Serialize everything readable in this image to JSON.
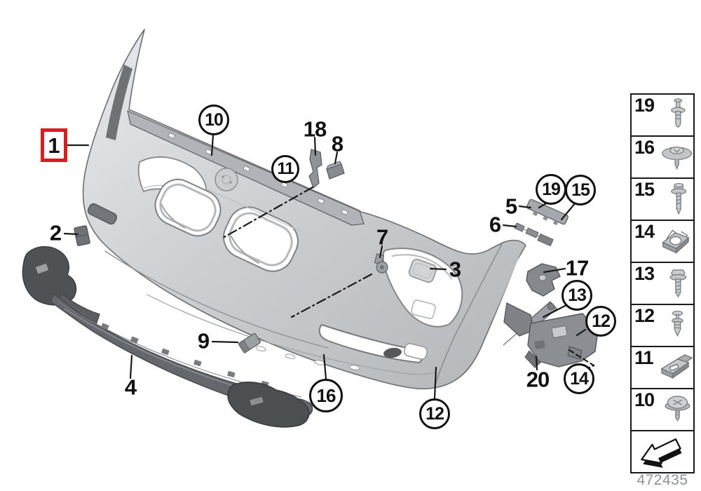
{
  "diagram_number": "472435",
  "colors": {
    "highlight_red": "#d81f1f",
    "body_light": "#e6e8ea",
    "body_mid": "#ccd0d3",
    "body_dark": "#b4b8bb",
    "outline_gray": "#6b6f73",
    "dark_part": "#4e5255"
  },
  "callouts": [
    {
      "label": "1",
      "shape": "red-box"
    },
    {
      "label": "2",
      "shape": "plain"
    },
    {
      "label": "3",
      "shape": "plain"
    },
    {
      "label": "4",
      "shape": "plain"
    },
    {
      "label": "5",
      "shape": "plain"
    },
    {
      "label": "6",
      "shape": "plain"
    },
    {
      "label": "7",
      "shape": "plain"
    },
    {
      "label": "8",
      "shape": "plain"
    },
    {
      "label": "9",
      "shape": "plain"
    },
    {
      "label": "10",
      "shape": "circle"
    },
    {
      "label": "11",
      "shape": "circle"
    },
    {
      "label": "12",
      "shape": "circle"
    },
    {
      "label": "12",
      "shape": "circle"
    },
    {
      "label": "13",
      "shape": "circle"
    },
    {
      "label": "14",
      "shape": "circle"
    },
    {
      "label": "15",
      "shape": "circle"
    },
    {
      "label": "16",
      "shape": "circle"
    },
    {
      "label": "17",
      "shape": "plain"
    },
    {
      "label": "18",
      "shape": "plain"
    },
    {
      "label": "19",
      "shape": "circle"
    },
    {
      "label": "20",
      "shape": "plain"
    }
  ],
  "legend": {
    "rows": [
      {
        "label": "19",
        "icon": "blind-rivet"
      },
      {
        "label": "16",
        "icon": "washer-screw"
      },
      {
        "label": "15",
        "icon": "torx-screw"
      },
      {
        "label": "14",
        "icon": "cage-nut"
      },
      {
        "label": "13",
        "icon": "hex-screw"
      },
      {
        "label": "12",
        "icon": "expanding-rivet"
      },
      {
        "label": "11",
        "icon": "clip-nut"
      },
      {
        "label": "10",
        "icon": "pan-head-screw"
      }
    ],
    "arrow": {
      "icon": "direction-arrow"
    }
  }
}
